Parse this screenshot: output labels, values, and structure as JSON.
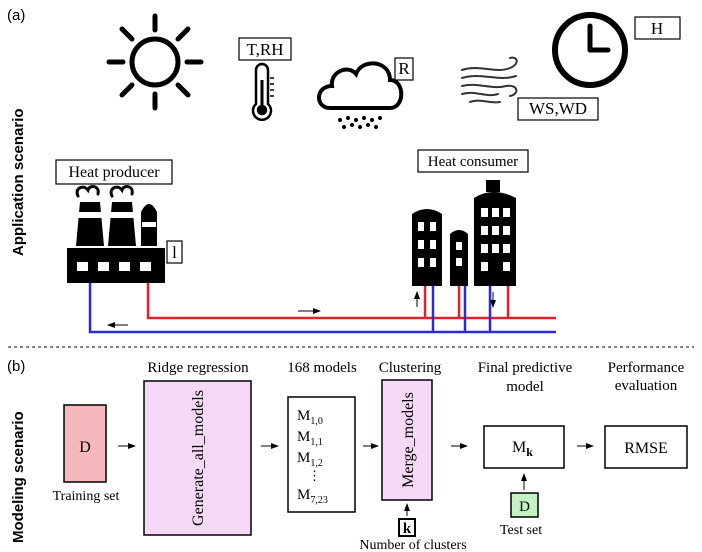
{
  "panel_a": {
    "label": "(a)",
    "scenario_label": "Application scenario",
    "weather": {
      "sun_icon": "sun-icon",
      "thermometer_label": "T,RH",
      "rain_label": "R",
      "wind_label": "WS,WD",
      "clock_label": "H"
    },
    "producer_label": "Heat producer",
    "producer_tag": "l",
    "consumer_label": "Heat consumer"
  },
  "panel_b": {
    "label": "(b)",
    "scenario_label": "Modeling scenario",
    "training": {
      "box": "D",
      "caption": "Training set"
    },
    "ridge": {
      "title": "Ridge regression",
      "box": "Generate_all_models"
    },
    "models": {
      "title": "168 models",
      "items": [
        {
          "base": "M",
          "sub": "1,0"
        },
        {
          "base": "M",
          "sub": "1,1"
        },
        {
          "base": "M",
          "sub": "1,2"
        },
        {
          "base": "",
          "sub": "",
          "dots": "⋮"
        },
        {
          "base": "M",
          "sub": "7,23"
        }
      ]
    },
    "clustering": {
      "title": "Clustering",
      "box": "Merge_models",
      "k": "k",
      "caption": "Number of clusters"
    },
    "final": {
      "title_line1": "Final predictive",
      "title_line2": "model",
      "box_base": "M",
      "box_sub": "k"
    },
    "test": {
      "box": "D",
      "caption": "Test set"
    },
    "performance": {
      "title_line1": "Performance",
      "title_line2": "evaluation",
      "box": "RMSE"
    }
  },
  "colors": {
    "red_pipe": "#e0202a",
    "blue_pipe": "#2a2ad8",
    "training_fill": "#f7b8bd",
    "module_fill": "#f6d9f7",
    "test_fill": "#c4f2c2"
  }
}
